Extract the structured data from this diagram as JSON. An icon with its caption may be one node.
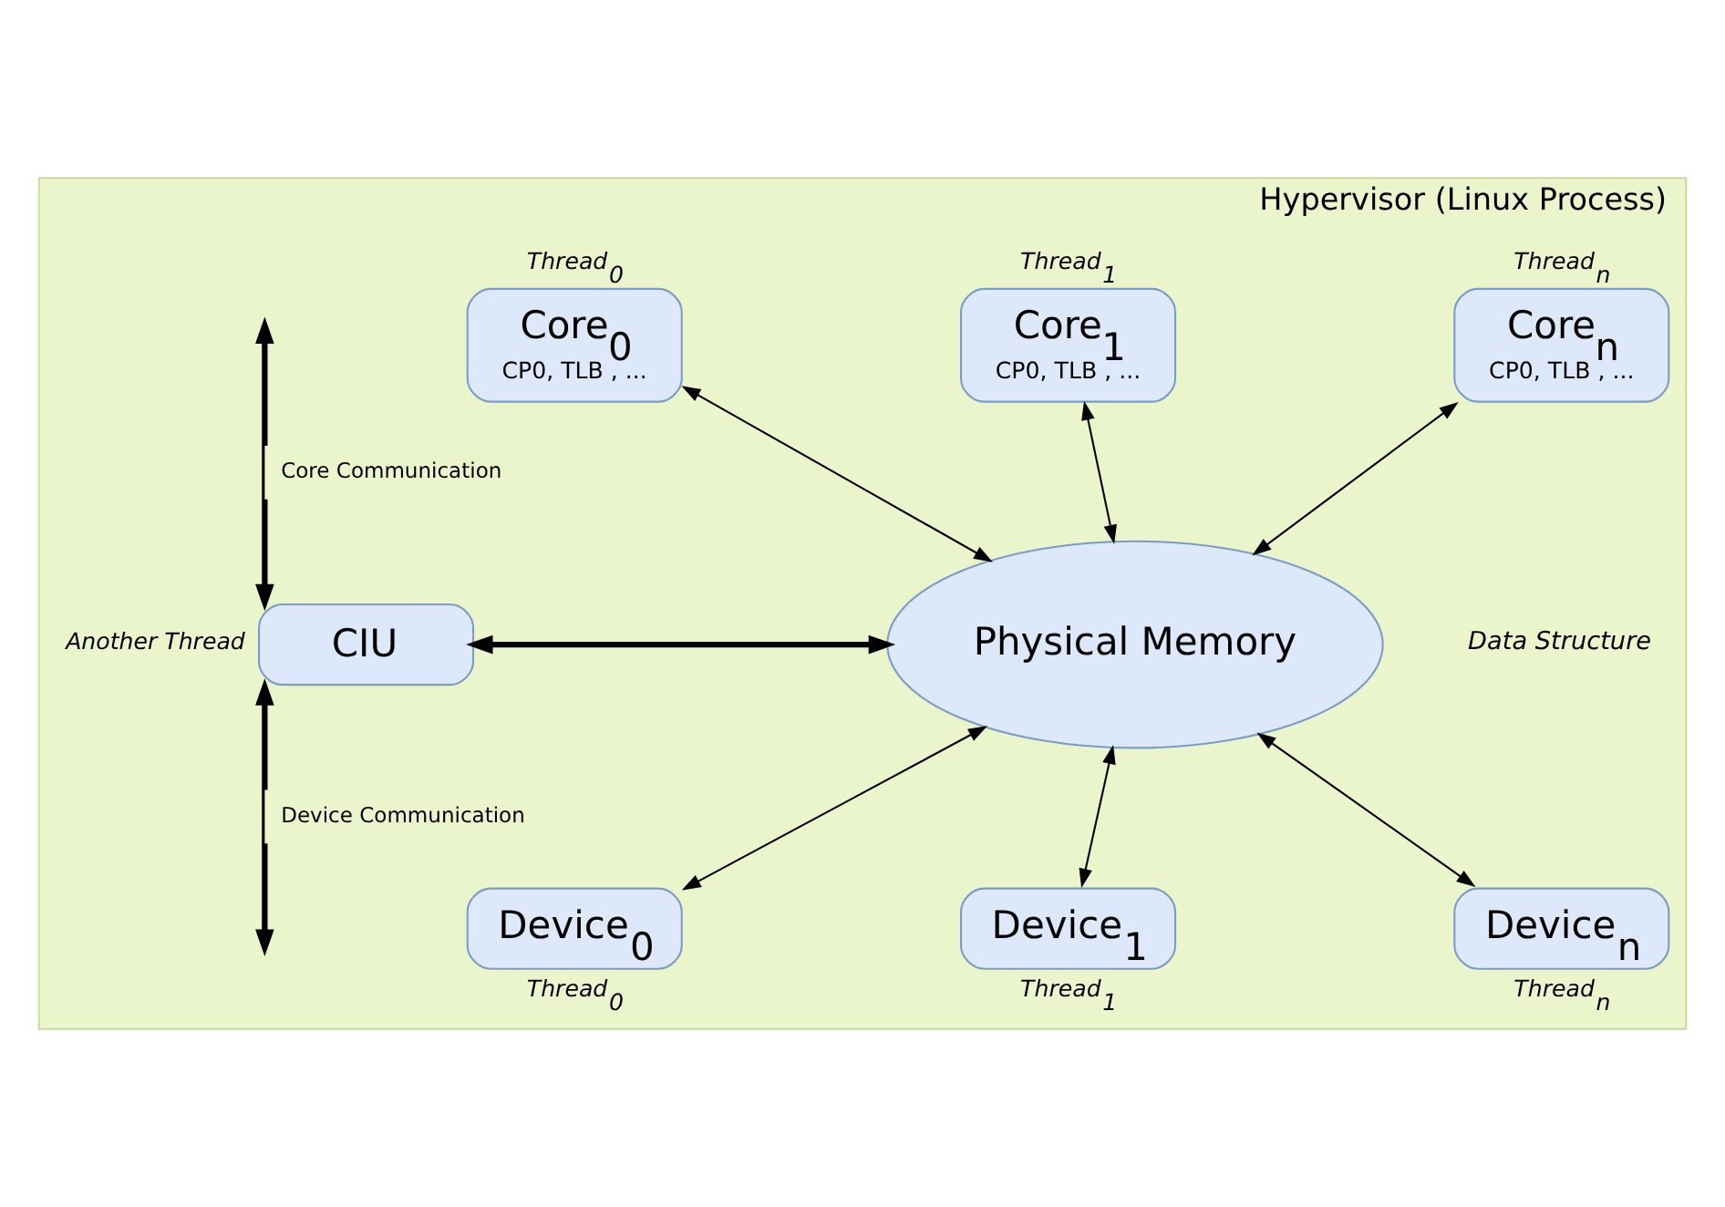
{
  "diagram": {
    "nodes": [
      {
        "text": [
          "Hypervisor (Linux Process)"
        ]
      },
      {
        "text": [
          "Core$_{0}$",
          "CP0, TLB , ..."
        ],
        "beside": [
          "Thread$_{0}$"
        ],
        "in": 0
      },
      {
        "text": [
          "Core$_{1}$",
          "CP0, TLB , ..."
        ],
        "beside": [
          "Thread$_{1}$"
        ],
        "in": 0
      },
      {
        "text": [
          "Core$_{n}$",
          "CP0, TLB , ..."
        ],
        "beside": [
          "Thread$_{n}$"
        ],
        "in": 0
      },
      {
        "text": [
          "CIU"
        ],
        "beside": [
          "Another Thread"
        ],
        "in": 0
      },
      {
        "text": [
          "Physical Memory"
        ],
        "beside": [
          "Data Structure"
        ],
        "in": 0
      },
      {
        "text": [
          "Device$_{0}$"
        ],
        "beside": [
          "Thread$_{0}$"
        ],
        "in": 0
      },
      {
        "text": [
          "Device$_{1}$"
        ],
        "beside": [
          "Thread$_{1}$"
        ],
        "in": 0
      },
      {
        "text": [
          "Device$_{n}$"
        ],
        "beside": [
          "Thread$_{n}$"
        ],
        "in": 0
      }
    ],
    "edges": [
      {
        "from": 1,
        "to": 5,
        "arrow": "both"
      },
      {
        "from": 2,
        "to": 5,
        "arrow": "both"
      },
      {
        "from": 3,
        "to": 5,
        "arrow": "both"
      },
      {
        "from": null,
        "to": 4,
        "arrow": "both",
        "label": "Core Communication",
        "style": "thick"
      },
      {
        "from": 4,
        "to": 5,
        "arrow": "both",
        "style": "thick"
      },
      {
        "from": 4,
        "to": null,
        "arrow": "both",
        "label": "Device Communication",
        "style": "thick"
      },
      {
        "from": 5,
        "to": 6,
        "arrow": "both"
      },
      {
        "from": 5,
        "to": 7,
        "arrow": "both"
      },
      {
        "from": 5,
        "to": 8,
        "arrow": "both"
      }
    ]
  }
}
